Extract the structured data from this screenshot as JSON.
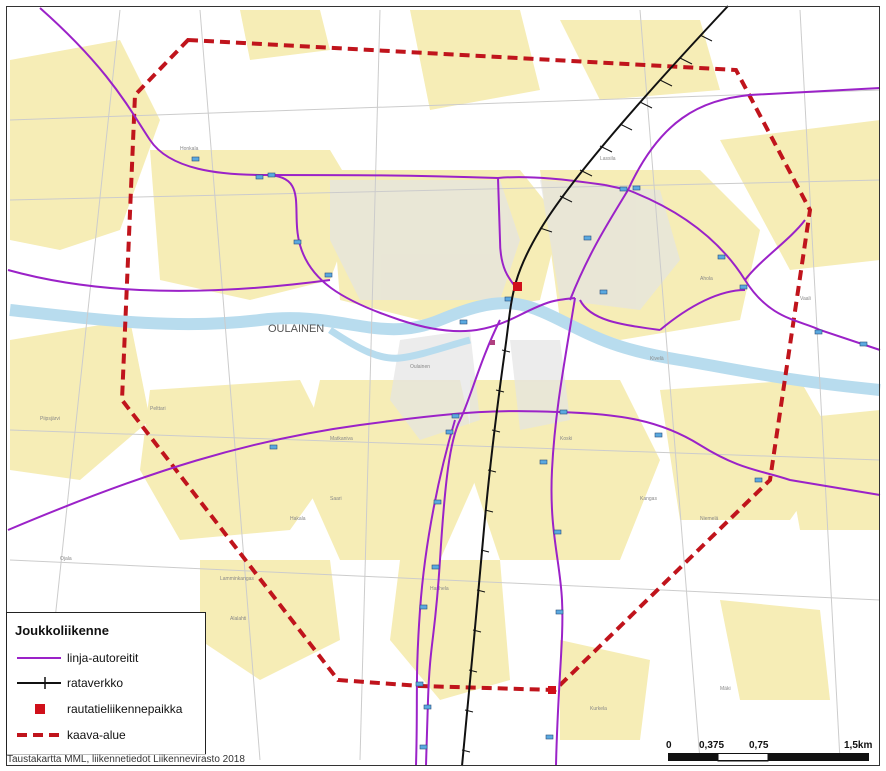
{
  "map": {
    "place_label": "OULAINEN",
    "small_labels": [
      "Oulainen",
      "Piipsjärvi",
      "Honkala",
      "Matkaniva",
      "Lassila",
      "Ahola",
      "Kivelä",
      "Vaali",
      "Pelttari",
      "Hakala",
      "Koski",
      "Kangas",
      "Niemelä",
      "Saari",
      "Hanhela",
      "Kurkela",
      "Alalahti",
      "Lamminkangas",
      "Ojala",
      "Mäki"
    ],
    "colors": {
      "bus_route": "#9b22c8",
      "rail": "#111111",
      "station": "#d0101a",
      "plan_area": "#c0141c",
      "river": "#b8dcee",
      "urban": "#f6edb6",
      "stop": "#5aa9e0"
    }
  },
  "legend": {
    "title": "Joukkoliikenne",
    "items": [
      {
        "label": "linja-autoreitit",
        "icon": "purple-line-icon"
      },
      {
        "label": "rataverkko",
        "icon": "rail-line-icon"
      },
      {
        "label": "rautatieliikennepaikka",
        "icon": "red-square-icon"
      },
      {
        "label": "kaava-alue",
        "icon": "red-dashed-line-icon"
      }
    ]
  },
  "credit": "Taustakartta MML, liikennetiedot Liikennevirasto 2018",
  "scalebar": {
    "labels": [
      "0",
      "0,375",
      "0,75",
      "1,5km"
    ]
  }
}
